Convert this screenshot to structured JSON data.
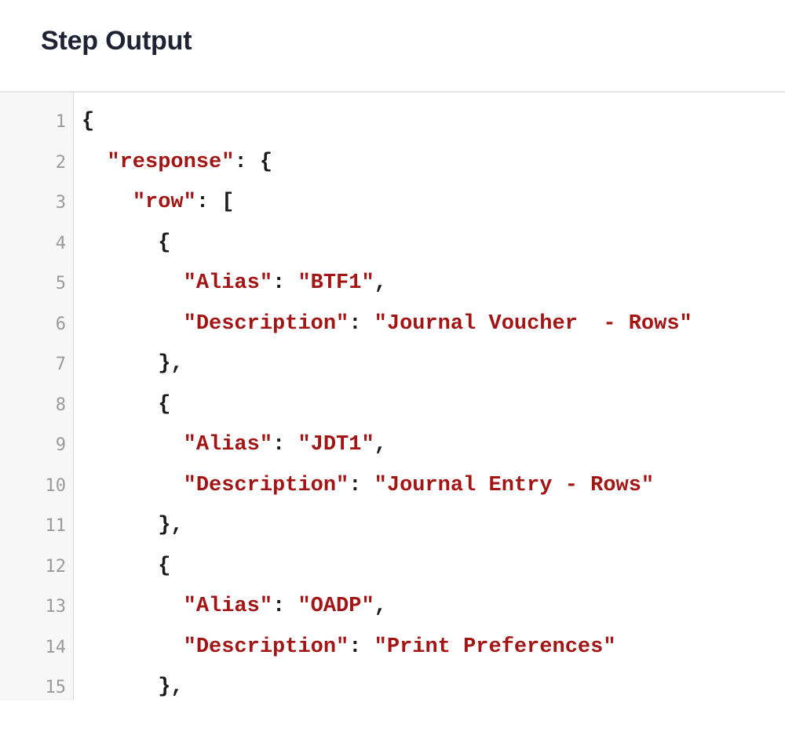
{
  "header": {
    "title": "Step Output"
  },
  "editor": {
    "lines": [
      {
        "num": "1",
        "indent": "",
        "key": "",
        "sep": "",
        "value": "",
        "text": "{"
      },
      {
        "num": "2",
        "indent": "  ",
        "key": "\"response\"",
        "sep": ": ",
        "value": "",
        "text": "{"
      },
      {
        "num": "3",
        "indent": "    ",
        "key": "\"row\"",
        "sep": ": ",
        "value": "",
        "text": "["
      },
      {
        "num": "4",
        "indent": "      ",
        "key": "",
        "sep": "",
        "value": "",
        "text": "{"
      },
      {
        "num": "5",
        "indent": "        ",
        "key": "\"Alias\"",
        "sep": ": ",
        "value": "\"BTF1\"",
        "text": ","
      },
      {
        "num": "6",
        "indent": "        ",
        "key": "\"Description\"",
        "sep": ": ",
        "value": "\"Journal Voucher  - Rows\"",
        "text": ""
      },
      {
        "num": "7",
        "indent": "      ",
        "key": "",
        "sep": "",
        "value": "",
        "text": "},"
      },
      {
        "num": "8",
        "indent": "      ",
        "key": "",
        "sep": "",
        "value": "",
        "text": "{"
      },
      {
        "num": "9",
        "indent": "        ",
        "key": "\"Alias\"",
        "sep": ": ",
        "value": "\"JDT1\"",
        "text": ","
      },
      {
        "num": "10",
        "indent": "        ",
        "key": "\"Description\"",
        "sep": ": ",
        "value": "\"Journal Entry - Rows\"",
        "text": ""
      },
      {
        "num": "11",
        "indent": "      ",
        "key": "",
        "sep": "",
        "value": "",
        "text": "},"
      },
      {
        "num": "12",
        "indent": "      ",
        "key": "",
        "sep": "",
        "value": "",
        "text": "{"
      },
      {
        "num": "13",
        "indent": "        ",
        "key": "\"Alias\"",
        "sep": ": ",
        "value": "\"OADP\"",
        "text": ","
      },
      {
        "num": "14",
        "indent": "        ",
        "key": "\"Description\"",
        "sep": ": ",
        "value": "\"Print Preferences\"",
        "text": ""
      },
      {
        "num": "15",
        "indent": "      ",
        "key": "",
        "sep": "",
        "value": "",
        "text": "},"
      }
    ]
  },
  "colors": {
    "string": "#a31515",
    "punctuation": "#1a1a1a",
    "line_number": "#9a9a9a",
    "gutter_background": "#f7f7f7",
    "heading": "#1f2233"
  }
}
